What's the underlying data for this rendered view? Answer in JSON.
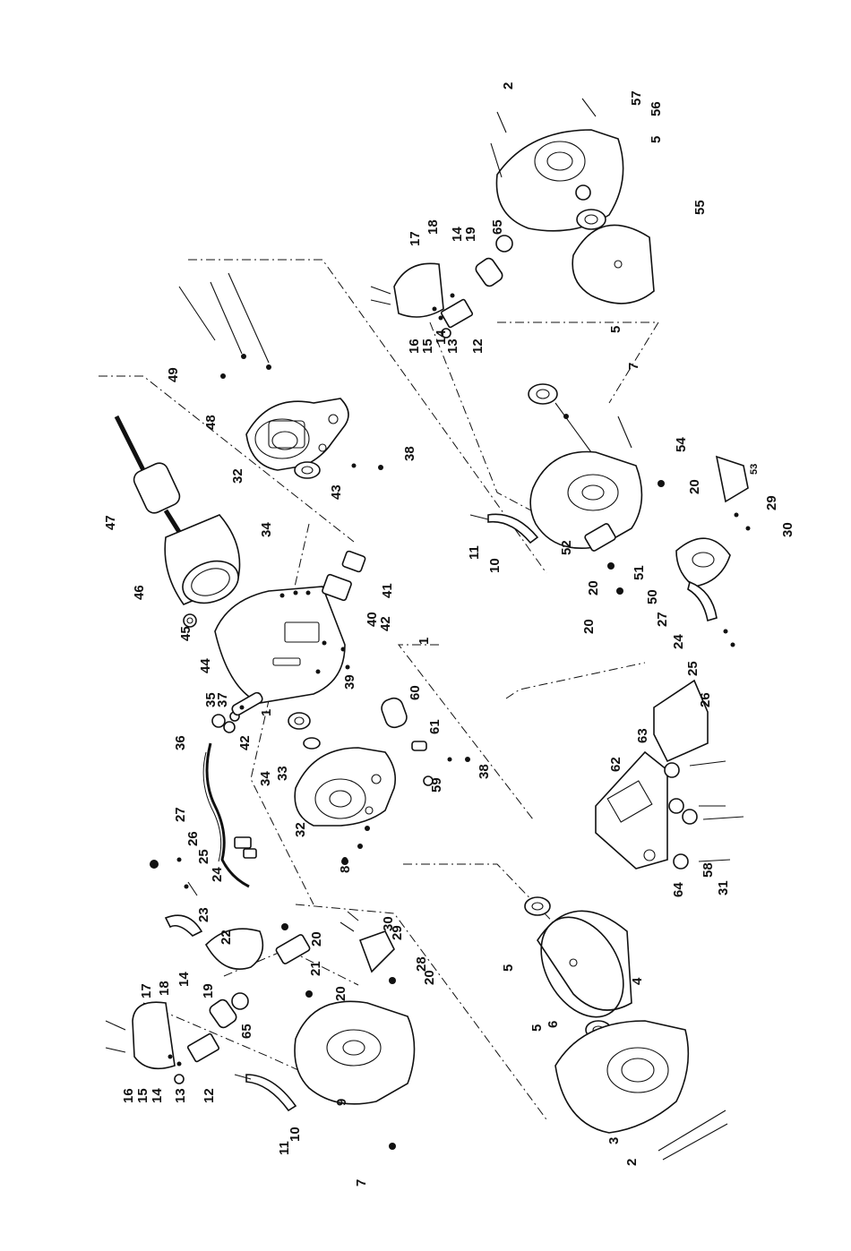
{
  "labels": [
    "1",
    "2",
    "3",
    "4",
    "5",
    "6",
    "7",
    "8",
    "9",
    "10",
    "11",
    "12",
    "13",
    "14",
    "15",
    "16",
    "17",
    "18",
    "19",
    "20",
    "21",
    "22",
    "23",
    "24",
    "25",
    "26",
    "27",
    "28",
    "29",
    "30",
    "31",
    "32",
    "33",
    "34",
    "35",
    "36",
    "37",
    "38",
    "39",
    "40",
    "41",
    "42",
    "43",
    "44",
    "45",
    "46",
    "47",
    "48",
    "49",
    "50",
    "51",
    "52",
    "53",
    "54",
    "55",
    "56",
    "57",
    "58",
    "59",
    "60",
    "61",
    "62",
    "63",
    "64",
    "65"
  ]
}
